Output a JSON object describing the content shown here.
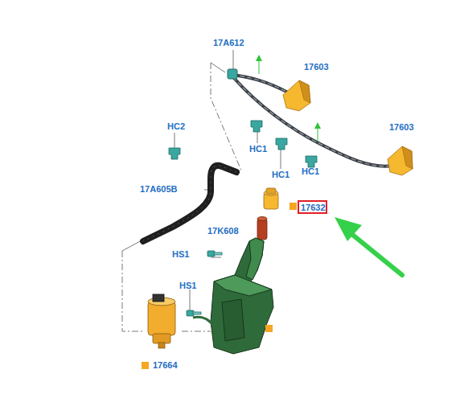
{
  "diagram": {
    "nodes": [
      {
        "text": [
          "17632"
        ]
      }
    ],
    "labels": [
      "17A612",
      "17603",
      "HC2",
      "HC1",
      "HC1",
      "17603",
      "HC1",
      "17A605B",
      "17K608",
      "HS1",
      "HS1",
      "17664"
    ]
  }
}
